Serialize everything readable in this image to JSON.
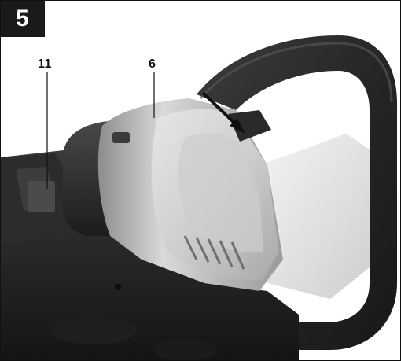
{
  "figure": {
    "number": "5",
    "callouts": [
      {
        "id": "11",
        "text": "11"
      },
      {
        "id": "6",
        "text": "6"
      }
    ],
    "colors": {
      "badge_bg": "#1a1a1a",
      "badge_text": "#ffffff",
      "background": "#ffffff",
      "handle_dark": "#2a2a2a",
      "battery_silver": "#bfbfbf"
    },
    "icons": [
      "insertion-arrow-icon"
    ]
  }
}
